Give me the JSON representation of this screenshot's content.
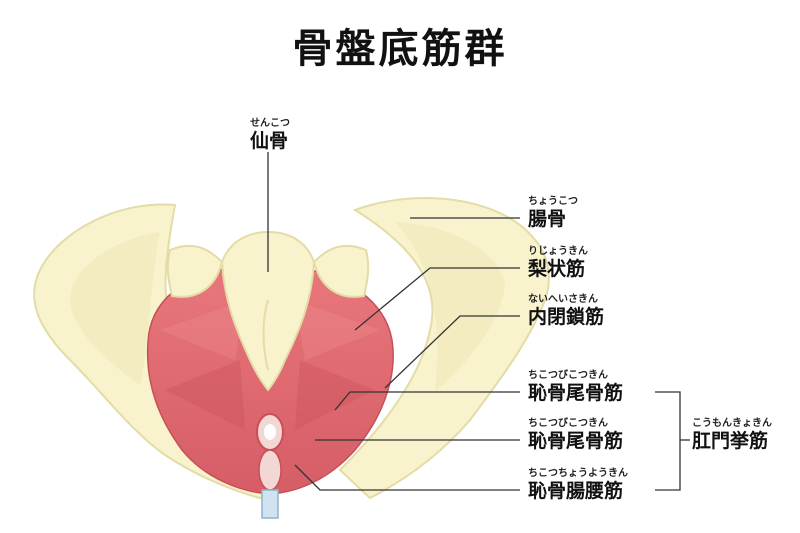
{
  "title": "骨盤底筋群",
  "labels": {
    "sacrum": {
      "ruby": "せんこつ",
      "text": "仙骨"
    },
    "ilium": {
      "ruby": "ちょうこつ",
      "text": "腸骨"
    },
    "piriformis": {
      "ruby": "りじょうきん",
      "text": "梨状筋"
    },
    "obturator": {
      "ruby": "ないへいさきん",
      "text": "内閉鎖筋"
    },
    "coccygeus": {
      "ruby": "ちこつびこつきん",
      "text": "恥骨尾骨筋"
    },
    "coccygeus2": {
      "ruby": "ちこつびこつきん",
      "text": "恥骨尾骨筋"
    },
    "puborectalis": {
      "ruby": "ちこつちょうようきん",
      "text": "恥骨腸腰筋"
    },
    "levator_ani": {
      "ruby": "こうもんきょきん",
      "text": "肛門挙筋"
    }
  },
  "colors": {
    "bone": "#f8f3cc",
    "bone_outline": "#e3dca6",
    "muscle": "#e06a6f",
    "muscle_dark": "#c94f57",
    "leader_line": "#333333"
  }
}
